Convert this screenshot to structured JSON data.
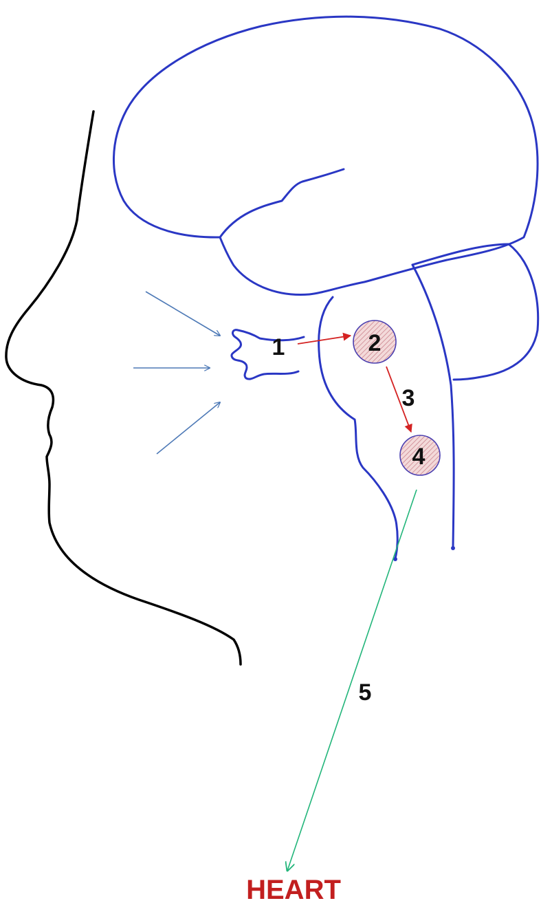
{
  "labels": {
    "step1": "1",
    "step2": "2",
    "step3": "3",
    "step4": "4",
    "step5": "5",
    "destination": "HEART"
  },
  "colors": {
    "outline": "#000000",
    "brain": "#2a37c4",
    "incoming_arrows": "#4d79b6",
    "pathway_arrows": "#d42323",
    "nodes_fill": "#f3dada",
    "nodes_hatch": "#c87a86",
    "outflow_arrow": "#22b57a",
    "number_text": "#111111",
    "destination_text": "#c21f1f"
  },
  "icons": {
    "node_2": "hatched-circle",
    "node_4": "hatched-circle",
    "incoming": "thin-arrow",
    "pathway": "red-arrow",
    "outflow": "green-arrow"
  }
}
